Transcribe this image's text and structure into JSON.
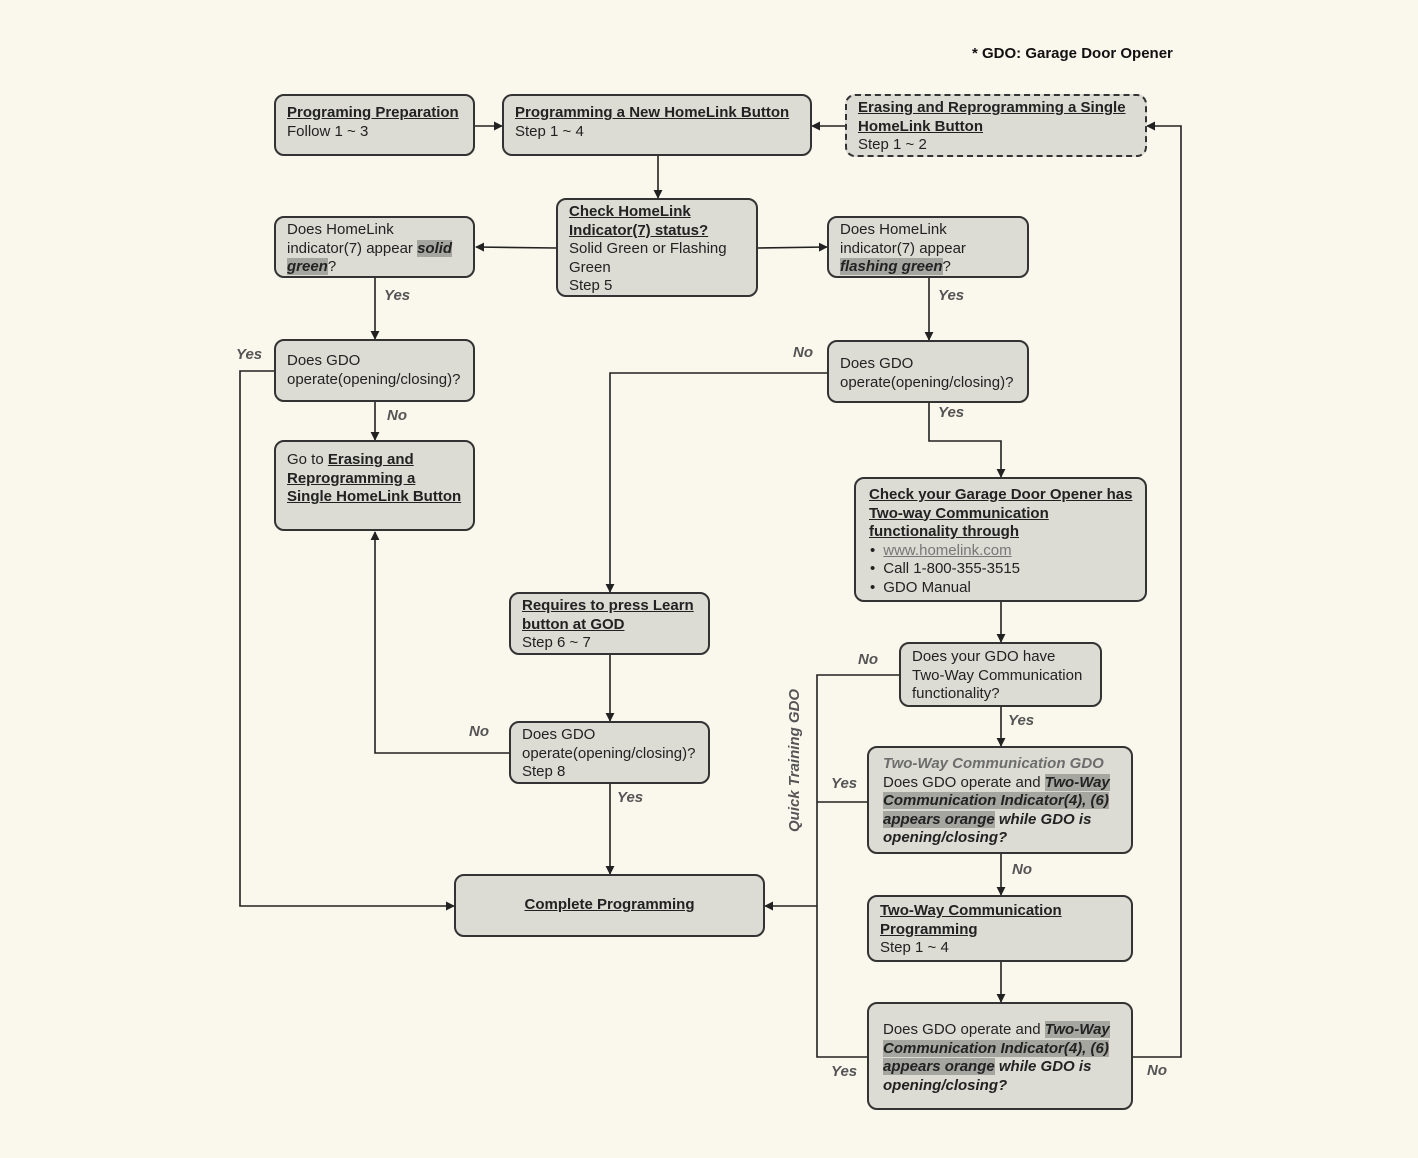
{
  "note": "* GDO: Garage Door Opener",
  "vertical_label": "Quick Training GDO",
  "boxes": {
    "prep": {
      "title": "Programing Preparation",
      "sub": "Follow 1 ~ 3"
    },
    "new_button": {
      "title": "Programming a New HomeLink Button",
      "sub": "Step 1 ~ 4"
    },
    "erase": {
      "title": "Erasing and Reprogramming a Single HomeLink Button",
      "sub": "Step 1 ~ 2"
    },
    "check_indicator": {
      "title": "Check HomeLink Indicator(7) status?",
      "line1": "Solid Green or Flashing Green",
      "line2": "Step 5"
    },
    "solid": {
      "pre": "Does HomeLink indicator(7) appear ",
      "hl": "solid green",
      "post": "?"
    },
    "flashing": {
      "pre": "Does HomeLink indicator(7) appear ",
      "hl": "flashing green",
      "post": "?"
    },
    "gdo_left": {
      "text": "Does GDO operate(opening/closing)?"
    },
    "gdo_right": {
      "text": "Does GDO operate(opening/closing)?"
    },
    "goto_erase": {
      "pre": "Go to ",
      "link": "Erasing and Reprogramming a Single HomeLink Button"
    },
    "check_twoway": {
      "title": "Check your Garage Door Opener has Two-way Communication functionality through",
      "items": [
        "www.homelink.com",
        "Call 1-800-355-3515",
        "GDO Manual"
      ]
    },
    "learn": {
      "title": "Requires to press Learn button at GOD",
      "sub": "Step 6 ~ 7"
    },
    "gdo_step8": {
      "line1": "Does GDO operate(opening/closing)?",
      "line2": "Step 8"
    },
    "have_twoway": {
      "text": "Does your GDO have Two-Way Communication functionality?"
    },
    "twoway_gdo": {
      "title": "Two-Way Communication GDO",
      "pre": "Does GDO operate and ",
      "hl": "Two-Way Communication Indicator(4), (6) appears orange",
      "post": " while GDO is opening/closing?"
    },
    "twoway_prog": {
      "title": "Two-Way Communication Programming",
      "sub": "Step 1 ~ 4"
    },
    "twoway_final": {
      "pre": "Does GDO operate and ",
      "hl": "Two-Way Communication Indicator(4), (6) appears orange",
      "post": " while GDO is opening/closing?"
    },
    "complete": {
      "title": "Complete Programming"
    }
  },
  "labels": {
    "yes_solid": "Yes",
    "yes_left": "Yes",
    "no_left": "No",
    "yes_flash": "Yes",
    "no_right": "No",
    "yes_right": "Yes",
    "no_step8": "No",
    "yes_step8": "Yes",
    "no_have": "No",
    "yes_have": "Yes",
    "yes_twoway": "Yes",
    "no_twoway": "No",
    "yes_final": "Yes",
    "no_final": "No"
  }
}
